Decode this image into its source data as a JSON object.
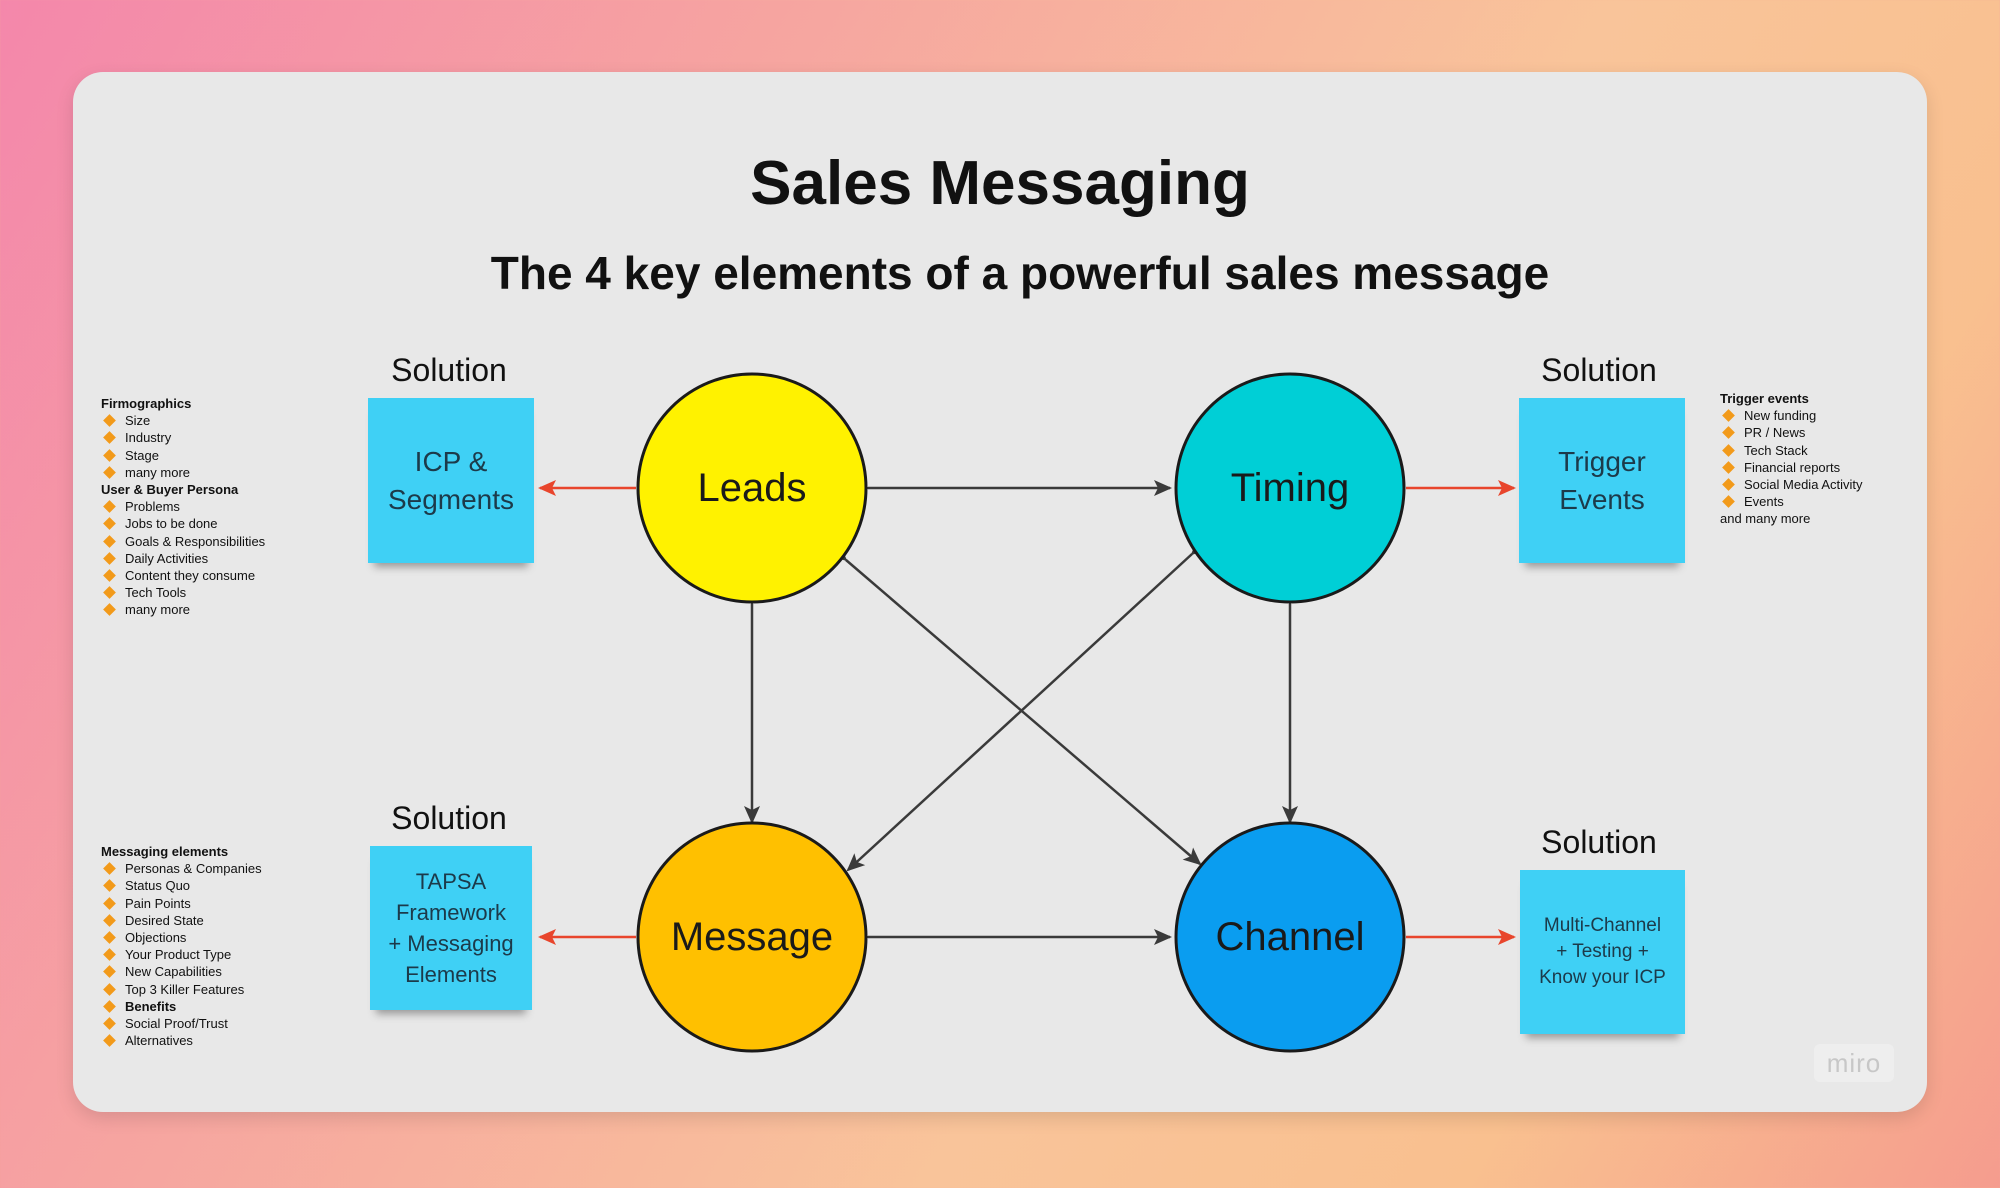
{
  "title": "Sales Messaging",
  "subtitle": "The 4 key elements of a powerful sales message",
  "nodes": {
    "leads": "Leads",
    "timing": "Timing",
    "message": "Message",
    "channel": "Channel"
  },
  "colors": {
    "leads": "#fff200",
    "timing": "#00cfd6",
    "message": "#ffc000",
    "channel": "#0a9df0",
    "sticky": "#3fd0f5",
    "solution_arrow": "#e8452c",
    "connector_arrow": "#3a3a3a"
  },
  "solutions": {
    "leads": {
      "label": "Solution",
      "note": "ICP &\nSegments"
    },
    "timing": {
      "label": "Solution",
      "note": "Trigger\nEvents"
    },
    "message": {
      "label": "Solution",
      "note": "TAPSA\nFramework\n+ Messaging\nElements"
    },
    "channel": {
      "label": "Solution",
      "note": "Multi-Channel\n+ Testing +\nKnow your ICP"
    }
  },
  "lists": {
    "leads": [
      {
        "text": "Firmographics",
        "kind": "header"
      },
      {
        "text": "Size",
        "kind": "item"
      },
      {
        "text": "Industry",
        "kind": "item"
      },
      {
        "text": "Stage",
        "kind": "item"
      },
      {
        "text": "many more",
        "kind": "item"
      },
      {
        "text": "User & Buyer Persona",
        "kind": "header"
      },
      {
        "text": "Problems",
        "kind": "item"
      },
      {
        "text": "Jobs to be done",
        "kind": "item"
      },
      {
        "text": "Goals & Responsibilities",
        "kind": "item"
      },
      {
        "text": "Daily Activities",
        "kind": "item"
      },
      {
        "text": "Content they consume",
        "kind": "item"
      },
      {
        "text": "Tech Tools",
        "kind": "item"
      },
      {
        "text": "many more",
        "kind": "item"
      }
    ],
    "timing": [
      {
        "text": "Trigger events",
        "kind": "header"
      },
      {
        "text": "New funding",
        "kind": "item"
      },
      {
        "text": "PR / News",
        "kind": "item"
      },
      {
        "text": "Tech Stack",
        "kind": "item"
      },
      {
        "text": "Financial reports",
        "kind": "item"
      },
      {
        "text": "Social Media Activity",
        "kind": "item"
      },
      {
        "text": "Events",
        "kind": "item"
      },
      {
        "text": "and many more",
        "kind": "plain"
      }
    ],
    "message": [
      {
        "text": "Messaging elements",
        "kind": "header"
      },
      {
        "text": "Personas & Companies",
        "kind": "item"
      },
      {
        "text": "Status Quo",
        "kind": "item"
      },
      {
        "text": "Pain Points",
        "kind": "item"
      },
      {
        "text": "Desired State",
        "kind": "item"
      },
      {
        "text": "Objections",
        "kind": "item"
      },
      {
        "text": "Your Product Type",
        "kind": "item"
      },
      {
        "text": "New Capabilities",
        "kind": "item"
      },
      {
        "text": "Top 3 Killer Features",
        "kind": "item"
      },
      {
        "text": "Benefits",
        "kind": "item-bold"
      },
      {
        "text": "Social Proof/Trust",
        "kind": "item"
      },
      {
        "text": "Alternatives",
        "kind": "item"
      }
    ]
  },
  "watermark": "miro"
}
